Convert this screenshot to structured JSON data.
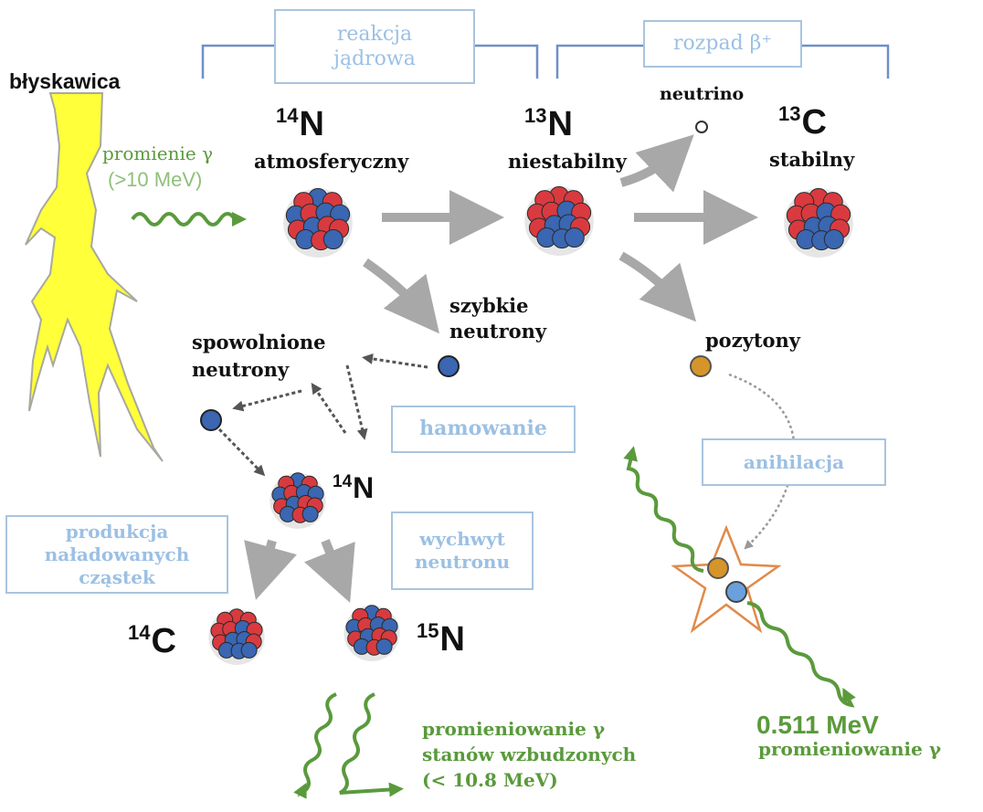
{
  "labels": {
    "lightning": "błyskawica",
    "gamma_in": "promienie γ",
    "gamma_in_energy": "(>10 MeV)",
    "n14_iso": "N",
    "n14_mass": "14",
    "n14_desc": "atmosferyczny",
    "n13_iso": "N",
    "n13_mass": "13",
    "n13_desc": "niestabilny",
    "c13_iso": "C",
    "c13_mass": "13",
    "c13_desc": "stabilny",
    "neutrino": "neutrino",
    "fast_neutrons_1": "szybkie",
    "fast_neutrons_2": "neutrony",
    "slow_neutrons_1": "spowolnione",
    "slow_neutrons_2": "neutrony",
    "positrons": "pozytony",
    "n14b_iso": "N",
    "n14b_mass": "14",
    "c14_iso": "C",
    "c14_mass": "14",
    "n15_iso": "N",
    "n15_mass": "15",
    "gamma_out_1": "promieniowanie γ",
    "gamma_out_2": "stanów wzbudzonych",
    "gamma_out_3": "(< 10.8 MeV)",
    "annihilation_energy": "0.511 MeV",
    "annihilation_gamma": "promieniowanie γ"
  },
  "boxes": {
    "nuclear_reaction_1": "reakcja",
    "nuclear_reaction_2": "jądrowa",
    "beta_decay": "rozpad β⁺",
    "braking": "hamowanie",
    "annihilation": "anihilacja",
    "neutron_capture_1": "wychwyt",
    "neutron_capture_2": "neutronu",
    "charged_1": "produkcja",
    "charged_2": "naładowanych",
    "charged_3": "cząstek"
  },
  "colors": {
    "proton": "#d93a3f",
    "neutron": "#3a66b2",
    "arrow_gray": "#a8a8a8",
    "gamma_green": "#5a9a3c",
    "lightning_fill": "#ffff3a",
    "box_border": "#a8c4de",
    "box_text": "#9cc0e4",
    "positron": "#d6952a",
    "star_outline": "#e08a4a"
  }
}
